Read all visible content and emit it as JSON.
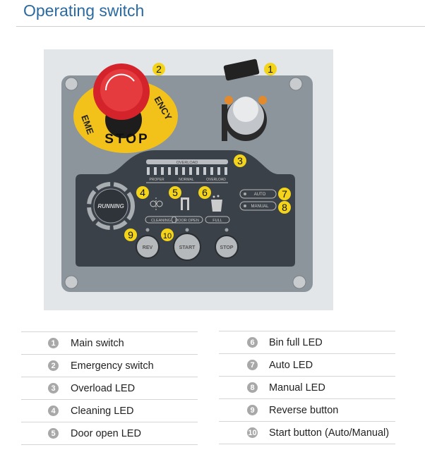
{
  "title": "Operating switch",
  "photo": {
    "estop_text": "STOP",
    "estop_ring_left": "EME",
    "estop_ring_right": "ENCY",
    "overload_header": "OVERLOAD",
    "scale_labels": [
      "PROPER",
      "NORMAL",
      "OVERLOAD"
    ],
    "running": "RUNNING",
    "status_labels": [
      "CLEANING",
      "DOOR OPEN",
      "FULL"
    ],
    "mode_labels": [
      "AUTO",
      "MANUAL"
    ],
    "buttons": [
      "REV",
      "START",
      "STOP"
    ],
    "callouts": [
      "1",
      "2",
      "3",
      "4",
      "5",
      "6",
      "7",
      "8",
      "9",
      "10"
    ],
    "callout_color": "#f3d41a"
  },
  "legend": {
    "left": [
      {
        "n": "1",
        "label": "Main switch"
      },
      {
        "n": "2",
        "label": "Emergency switch"
      },
      {
        "n": "3",
        "label": "Overload LED"
      },
      {
        "n": "4",
        "label": "Cleaning LED"
      },
      {
        "n": "5",
        "label": "Door open LED"
      }
    ],
    "right": [
      {
        "n": "6",
        "label": "Bin full LED"
      },
      {
        "n": "7",
        "label": "Auto LED"
      },
      {
        "n": "8",
        "label": "Manual LED"
      },
      {
        "n": "9",
        "label": "Reverse button"
      },
      {
        "n": "10",
        "label": "Start button (Auto/Manual)"
      }
    ]
  }
}
